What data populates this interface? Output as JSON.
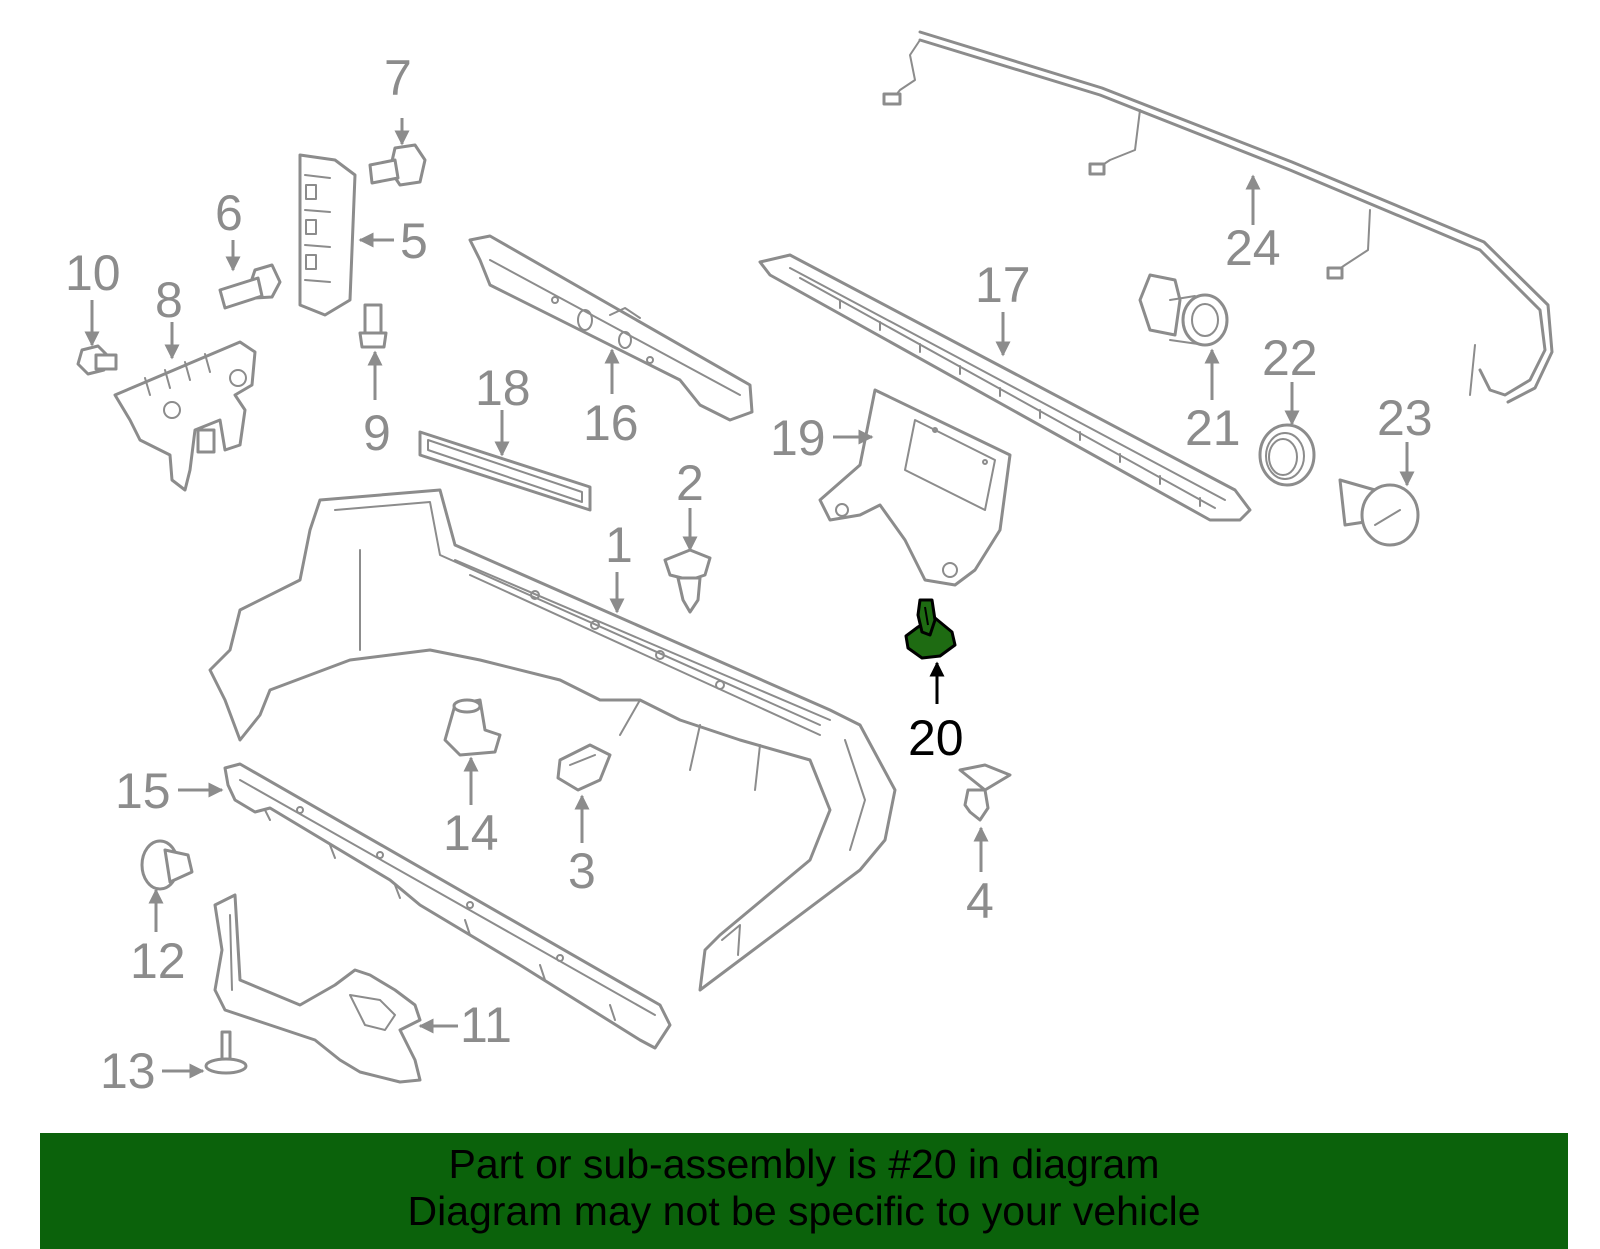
{
  "diagram": {
    "highlight_color": "#1e6b12",
    "banner_color": "#0b620b",
    "callouts": [
      "1",
      "2",
      "3",
      "4",
      "5",
      "6",
      "7",
      "8",
      "9",
      "10",
      "11",
      "12",
      "13",
      "14",
      "15",
      "16",
      "17",
      "18",
      "19",
      "20",
      "21",
      "22",
      "23",
      "24"
    ],
    "highlighted": "20"
  },
  "banner": {
    "line1": "Part or sub-assembly is #20 in diagram",
    "line2": "Diagram may not be specific to your vehicle"
  }
}
